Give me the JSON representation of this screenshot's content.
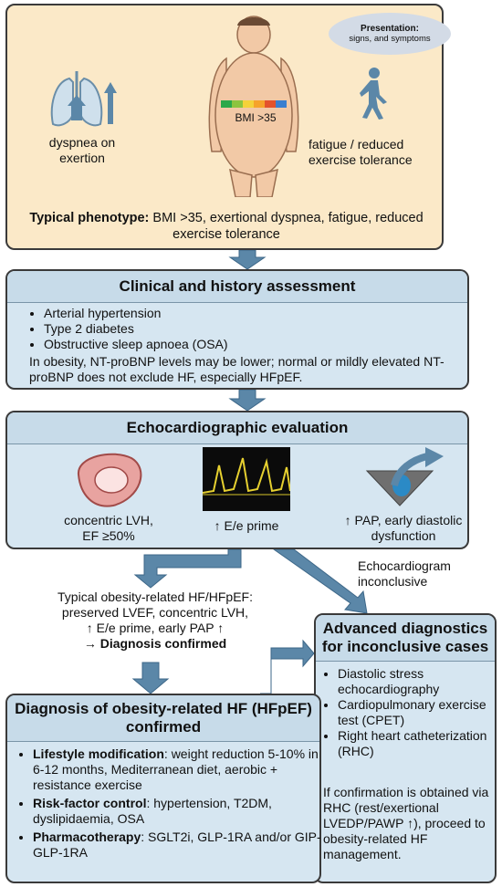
{
  "presentation": {
    "bubble_title": "Presentation:",
    "bubble_sub": "signs, and symptoms",
    "dyspnea": "dyspnea on exertion",
    "fatigue": "fatigue / reduced exercise tolerance",
    "bmi": "BMI >35",
    "phenotype_label": "Typical phenotype:",
    "phenotype_text": " BMI >35, exertional dyspnea, fatigue, reduced exercise tolerance"
  },
  "clinical": {
    "title": "Clinical and history assessment",
    "items": [
      "Arterial hypertension",
      "Type 2 diabetes",
      "Obstructive sleep apnoea (OSA)"
    ],
    "note": "In obesity, NT-proBNP levels may be lower; normal or mildly elevated NT-proBNP does not exclude HF, especially HFpEF."
  },
  "echo": {
    "title": "Echocardiographic evaluation",
    "cap1": "concentric LVH, EF ≥50%",
    "cap2": "↑ E/e prime",
    "cap3": "↑ PAP, early diastolic dysfunction"
  },
  "inconclusive": "Echocardiogram inconclusive",
  "typical": {
    "line1": "Typical obesity-related HF/HFpEF:",
    "line2": "preserved LVEF, concentric LVH,",
    "line3": "↑ E/e prime, early PAP ↑",
    "line4": "→ Diagnosis confirmed"
  },
  "advanced": {
    "title": "Advanced diagnostics for inconclusive cases",
    "items": [
      "Diastolic stress echocardiography",
      "Cardiopulmonary exercise test (CPET)",
      "Right heart catheterization (RHC)"
    ],
    "note": "If confirmation is obtained via RHC (rest/exertional LVEDP/PAWP ↑), proceed to obesity-related HF management."
  },
  "diagnosis": {
    "title": "Diagnosis of obesity-related HF (HFpEF) confirmed",
    "items": [
      {
        "label": "Lifestyle modification",
        "text": ": weight reduction 5-10% in 6-12 months, Mediterranean diet, aerobic + resistance exercise"
      },
      {
        "label": "Risk-factor control",
        "text": ": hypertension, T2DM, dyslipidaemia, OSA"
      },
      {
        "label": "Pharmacotherapy",
        "text": ": SGLT2i, GLP-1RA and/or GIP-GLP-1RA"
      }
    ]
  },
  "colors": {
    "arrow": "#5b87a8",
    "presentation_bg": "#fbe9c8",
    "panel_bg": "#d6e6f1"
  }
}
